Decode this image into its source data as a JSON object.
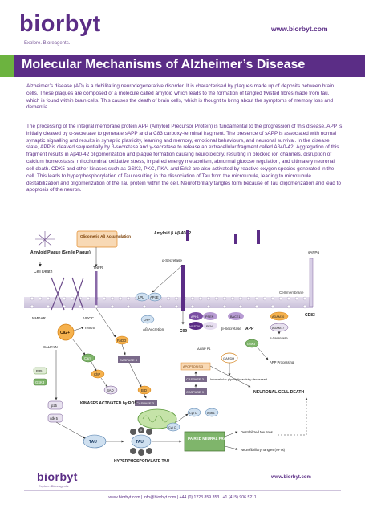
{
  "brand": {
    "name": "biorbyt",
    "tagline": "Explore. Bioreagents.",
    "url": "www.biorbyt.com"
  },
  "title": "Molecular Mechanisms of Alzheimer’s Disease",
  "paragraphs": {
    "p1": "Alzheimer’s disease (AD) is a debilitating neurodegenerative disorder. It is characterised by plaques made up of deposits between brain cells. These plaques are composed of a molecule called amyloid which leads to the formation of tangled twisted fibres made from tau, which is found within brain cells. This causes the death of brain cells, which is thought to bring about the symptoms of memory loss and dementia.",
    "p2": "The processing of the integral membrane protein APP (Amyloid Precursor Protein) is fundamental to the progression of this disease. APP is initially cleaved by α-secretase to generate sAPP and a C83 carboxy-terminal fragment. The presence of sAPP is associated with normal synaptic signalling and results in synaptic plasticity, learning and memory, emotional behaviours, and neuronal survival. In the disease state, APP is cleaved sequentially by β-secretase and γ-secretase to release an extracellular fragment called Aβ40-42. Aggregation of this fragment results in Aβ40-42 oligomerization and plaque formation causing neurotoxicity, resulting in blocked ion channels, disruption of calcium homeostasis, mitochondrial oxidative stress, impaired energy metabolism, abnormal glucose regulation, and ultimately neuronal cell death. CDK5 and other kinases such as GSK3, PKC, PKA, and Erk2 are also activated by reactive oxygen species generated in the cell. This leads to hyperphosphorylation of Tau resulting in the dissociation of Tau from the microtubule, leading to microtubule destabilization and oligomerization of the Tau protein within the cell. Neurofibrillary tangles form because of Tau oligomerization and lead to apoptosis of the neuron."
  },
  "diagram": {
    "amyloid_plaque": "Amyloid Plaque (Senile Plaque)",
    "cell_death": "Cell Death",
    "oligomeric": "Oligomeric Aβ Accumulation",
    "tnfr": "TNFR",
    "amyloid_b": "Amyloid β Aβ 40/42",
    "a_secretase": "α-Secretase",
    "sappa": "sAPPα",
    "cell_membrane": "Cell membrane",
    "cd83": "CD83",
    "nmdar": "NMDAR",
    "vdcc": "VDCC",
    "ca2": "Ca2+",
    "nos": "nNOS",
    "calpain": "CALPAIN",
    "p35": "P35",
    "gsk3": "GSK3",
    "p25": "p25",
    "cdk5": "cdk 5",
    "cam": "Cam",
    "chp": "ChP",
    "bad": "BAD",
    "fadd": "FADD",
    "caspase8": "CASPASE 8",
    "bid": "BID",
    "caspase3": "CASPASE 3",
    "lpl": "LPL",
    "apoe": "APoE",
    "lrp": "LRP",
    "ab_accretion": "Aβ Accretion",
    "c99": "C99",
    "aph1": "APH1",
    "psen": "PSEN",
    "nicstn": "NCSTN",
    "pen": "PEN",
    "bace1": "BACE1",
    "b_secretase": "β-Secretase",
    "app": "APP",
    "adam10": "ADAM10",
    "adam17": "ADAM17",
    "a_secretase2": "α-Secretase",
    "gsk3b": "GSK3",
    "aabp": "AABP P1",
    "gapdh": "GAPDH",
    "app_processing": "APP Processing",
    "glycolytic": "Intracellular glycolytic activity decreased",
    "apoptosis3": "APOPTOSIS 3",
    "caspase3b": "CASPASE 3",
    "caspase9": "CASPASE 9",
    "neuronal_death": "NEURONAL CELL DEATH",
    "cytc1": "Cyt C",
    "cytc2": "Cyt C",
    "apaf1": "Apaf1",
    "kinases": "KINASES ACTIVATED by ROS",
    "tau": "TAU",
    "tau_center": "TAU",
    "p": "P",
    "hyper": "HYPERPHOSPORYLATE TAU",
    "paired": "PAIRED NEURAL FRAGMENTS",
    "destab": "Destabilized Neurons",
    "nft": "Neurofibrillary Tangles (NFTs)"
  },
  "footer": {
    "url": "www.biorbyt.com",
    "contact": "www.biorbyt.com | info@biorbyt.com | +44 (0) 1223 859 353 | +1 (415) 906 5211"
  },
  "colors": {
    "purple": "#5b2d86",
    "green": "#6cb33f",
    "orange": "#f0a045"
  }
}
